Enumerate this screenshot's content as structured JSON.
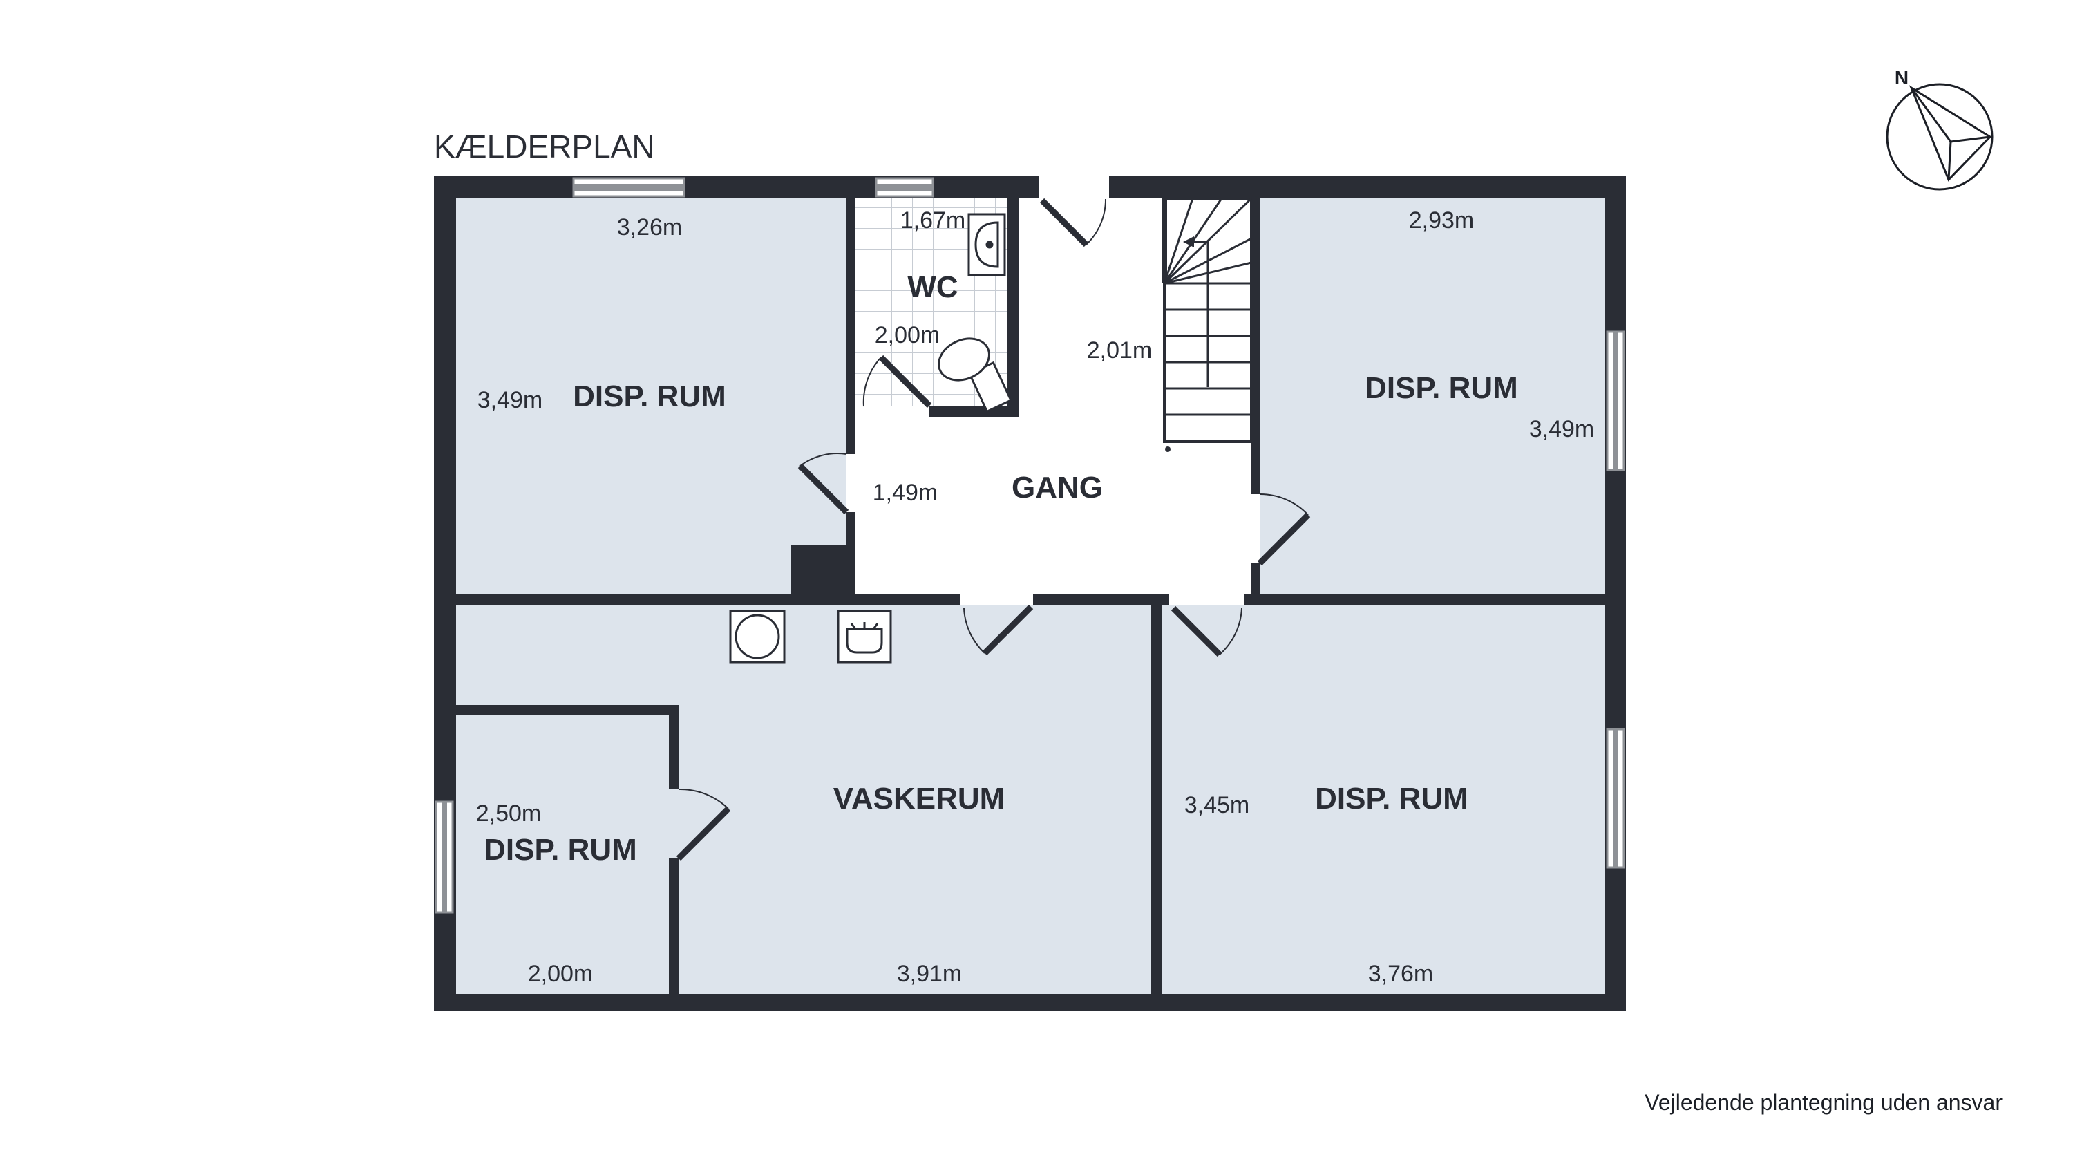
{
  "plan": {
    "title": "KÆLDERPLAN",
    "disclaimer": "Vejledende plantegning uden ansvar",
    "compass_label": "N"
  },
  "colors": {
    "room_fill": "#dde4ec",
    "wall": "#2a2d35",
    "tile_grid": "#c7ccd3",
    "window": "#8e9196"
  },
  "rooms": {
    "disp_rum_nw": {
      "label": "DISP. RUM",
      "width": "3,26m",
      "depth": "3,49m"
    },
    "wc": {
      "label": "WC",
      "width": "1,67m",
      "depth": "2,00m"
    },
    "gang": {
      "label": "GANG",
      "width": "1,49m",
      "depth": "2,01m"
    },
    "disp_rum_ne": {
      "label": "DISP. RUM",
      "width": "2,93m",
      "depth": "3,49m"
    },
    "vaskerum": {
      "label": "VASKERUM",
      "width": "3,91m"
    },
    "disp_rum_sw": {
      "label": "DISP. RUM",
      "width": "2,00m",
      "depth": "2,50m"
    },
    "disp_rum_se": {
      "label": "DISP. RUM",
      "width": "3,76m",
      "depth": "3,45m"
    }
  }
}
